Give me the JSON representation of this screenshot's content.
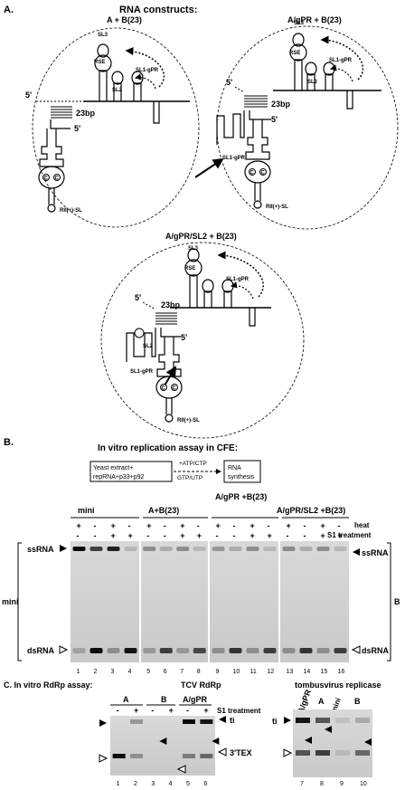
{
  "panelA": {
    "label": "A.",
    "title": "RNA constructs:",
    "constructs": [
      {
        "name": "A + B(23)",
        "sl3": "SL3",
        "rse": "RSE",
        "sl2": "SL2",
        "sl1gpr": "SL1-gPR",
        "bp": "23bp",
        "five_prime_a": "5'",
        "five_prime_b": "5'",
        "rii": "RII(+)-SL",
        "c": "C"
      },
      {
        "name": "A/gPR + B(23)",
        "sl3": "SL3",
        "rse": "RSE",
        "sl2": "SL2",
        "sl1gpr": "SL1-gPR",
        "bp": "23bp",
        "five_prime_a": "5'",
        "five_prime_b": "5'",
        "rii": "RII(+)-SL",
        "c": "C",
        "sl1gpr_moved": "SL1-gPR"
      },
      {
        "name": "A/gPR/SL2 + B(23)",
        "sl3": "SL3",
        "rse": "RSE",
        "sl1gpr": "SL1-gPR",
        "bp": "23bp",
        "five_prime_a": "5'",
        "five_prime_b": "5'",
        "rii": "RII(+)-SL",
        "c": "C",
        "sl2_moved": "SL2",
        "sl1gpr_moved": "SL1-gPR"
      }
    ]
  },
  "panelB": {
    "label": "B.",
    "title": "In vitro replication assay in CFE:",
    "box1_line1": "Yeast extract+",
    "box1_line2": "repRNA+p33+p92",
    "arrow_line1": "+ATP/CTP",
    "arrow_line2": "GTP/UTP",
    "box2_line1": "RNA",
    "box2_line2": "synthesis",
    "groups": [
      "mini",
      "A+B(23)",
      "A/gPR +B(23)",
      "A/gPR/SL2 +B(23)"
    ],
    "heat_label": "heat",
    "s1_label": "S1  treatment",
    "heat_row": [
      "+",
      "-",
      "+",
      "-",
      "+",
      "-",
      "+",
      "-",
      "+",
      "-",
      "+",
      "-",
      "+",
      "-",
      "+",
      "-"
    ],
    "s1_row": [
      "-",
      "-",
      "+",
      "+",
      "-",
      "-",
      "+",
      "+",
      "-",
      "-",
      "+",
      "+",
      "-",
      "-",
      "+",
      "+"
    ],
    "left_group": "mini",
    "right_group": "B",
    "ssrna": "ssRNA",
    "dsrna": "dsRNA",
    "lanes": [
      "1",
      "2",
      "3",
      "4",
      "5",
      "6",
      "7",
      "8",
      "9",
      "10",
      "11",
      "12",
      "13",
      "14",
      "15",
      "16"
    ]
  },
  "panelC": {
    "label": "C. In vitro RdRp assay:",
    "tcv": "TCV RdRp",
    "tombus": "tombusvirus replicase",
    "groups_left": [
      "A",
      "B",
      "A/gPR"
    ],
    "s1_signs": [
      "-",
      "+",
      "-",
      "+",
      "-",
      "+"
    ],
    "s1_label": "S1 treatment",
    "ti": "ti",
    "tex": "3'TEX",
    "lanes_left": [
      "1",
      "2",
      "3",
      "4",
      "5",
      "6"
    ],
    "right_groups": [
      "A/gPR",
      "A",
      "mini",
      "B"
    ],
    "lanes_right": [
      "7",
      "8",
      "9",
      "10"
    ],
    "ti_right": "ti"
  }
}
